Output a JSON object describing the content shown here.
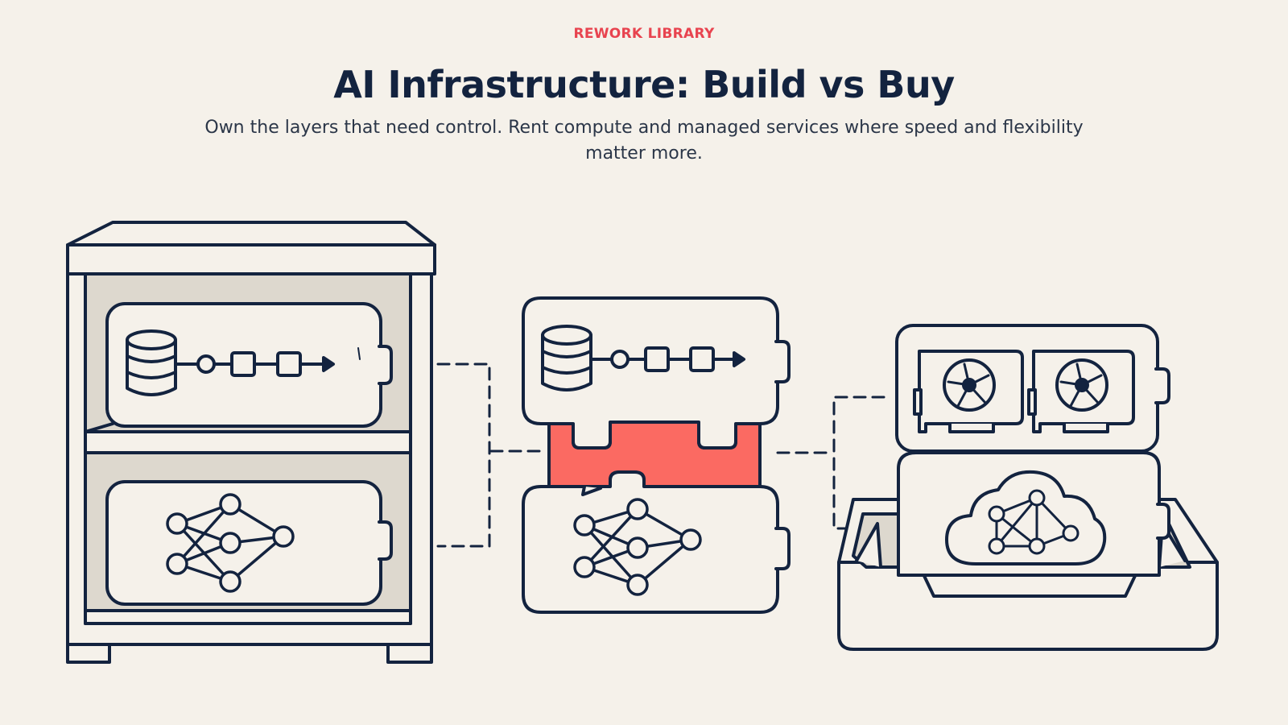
{
  "header": {
    "brand": "REWORK LIBRARY",
    "title": "AI Infrastructure: Build vs Buy",
    "subtitle": "Own the layers that need control. Rent compute and managed services where speed and flexibility matter more."
  },
  "colors": {
    "background": "#f5f1ea",
    "ink": "#13233f",
    "accent": "#e8434f",
    "connector": "#fb6a62",
    "cabinet_fill": "#ddd8ce",
    "panel_fill": "#f5f1ea"
  },
  "icons": {
    "data_pipeline": "database-pipeline-icon",
    "model": "neural-network-icon",
    "gpu": "gpu-card-icon",
    "cloud": "cloud-network-icon"
  }
}
